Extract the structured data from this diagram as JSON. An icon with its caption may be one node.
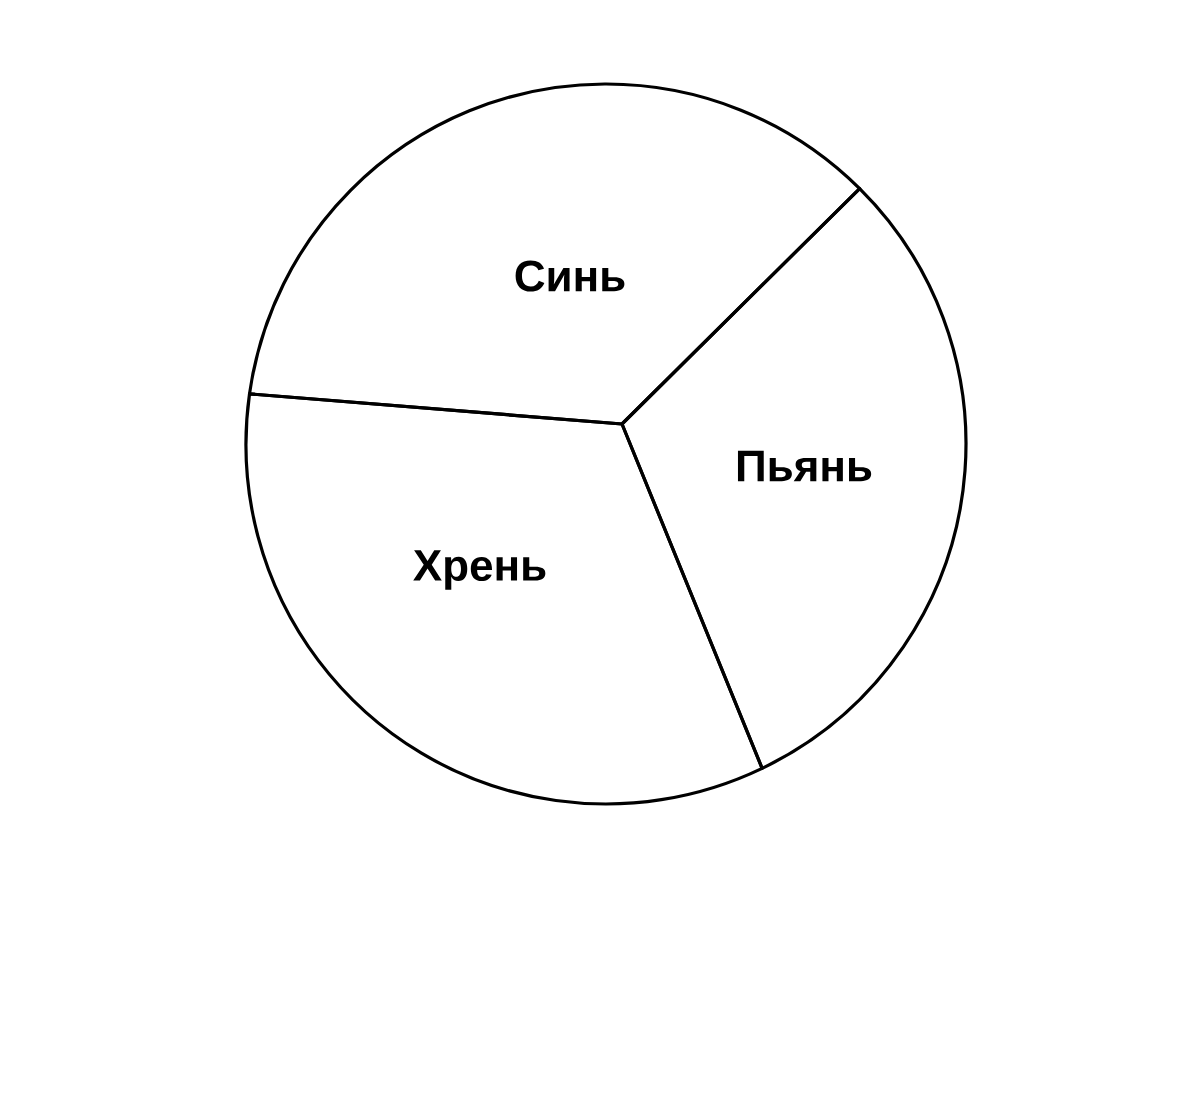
{
  "diagram": {
    "nodes": [
      {
        "text": [
          "Синь"
        ]
      },
      {
        "text": [
          "Пьянь"
        ]
      },
      {
        "text": [
          "Хрень"
        ]
      }
    ]
  }
}
